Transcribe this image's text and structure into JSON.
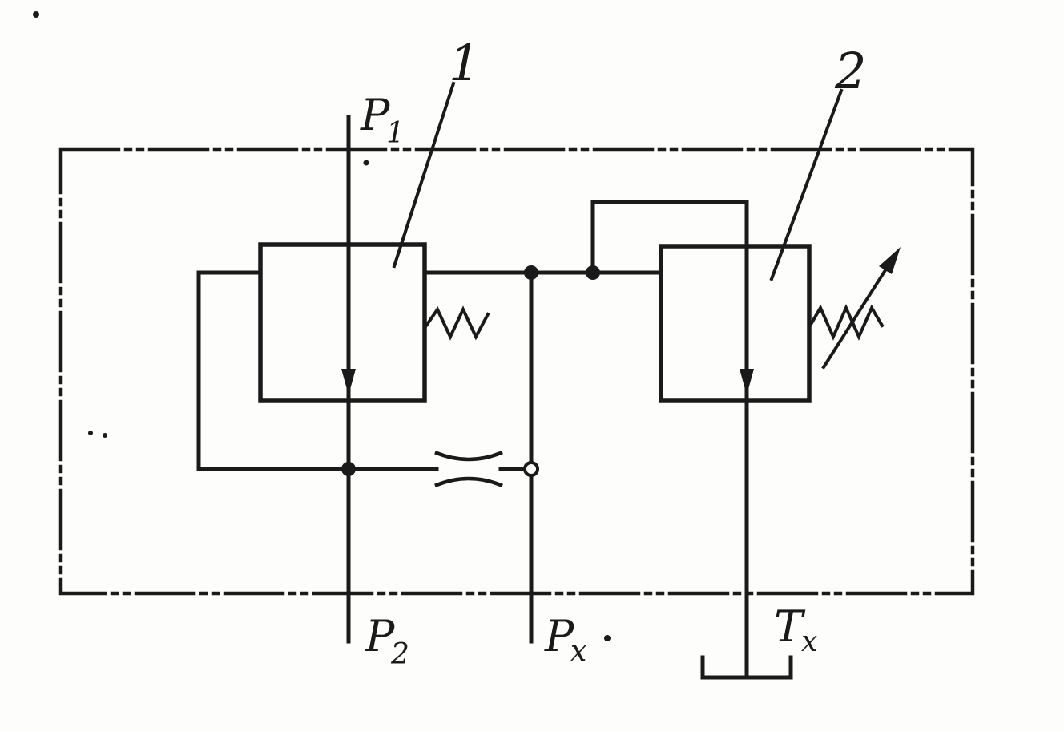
{
  "diagram": {
    "component_labels": {
      "valve1": "1",
      "valve2": "2"
    },
    "ports": {
      "p1": {
        "letter": "P",
        "sub": "1"
      },
      "p2": {
        "letter": "P",
        "sub": "2"
      },
      "px": {
        "letter": "P",
        "sub": "x"
      },
      "tx": {
        "letter": "T",
        "sub": "x"
      }
    },
    "colors": {
      "ink": "#1a1a1a",
      "paper": "#fdfdfb"
    }
  }
}
